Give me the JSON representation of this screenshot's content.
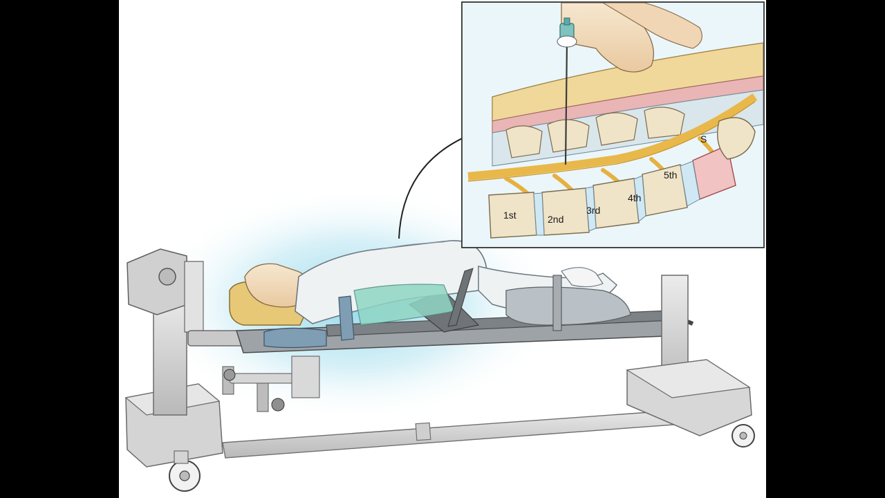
{
  "inset": {
    "vertebra_labels": [
      "1st",
      "2nd",
      "3rd",
      "4th",
      "5th",
      "S"
    ]
  },
  "colors": {
    "background": "#ffffff",
    "letterbox": "#000000",
    "glow": "#9fdcec",
    "nerve": "#e9b84a",
    "bone": "#efe3c8",
    "highlight": "#e88a8a",
    "table_metal": "#d8d8d8",
    "gown": "#eef2f3",
    "pad_blue": "#7f9db3",
    "head_pad": "#e6c877"
  }
}
